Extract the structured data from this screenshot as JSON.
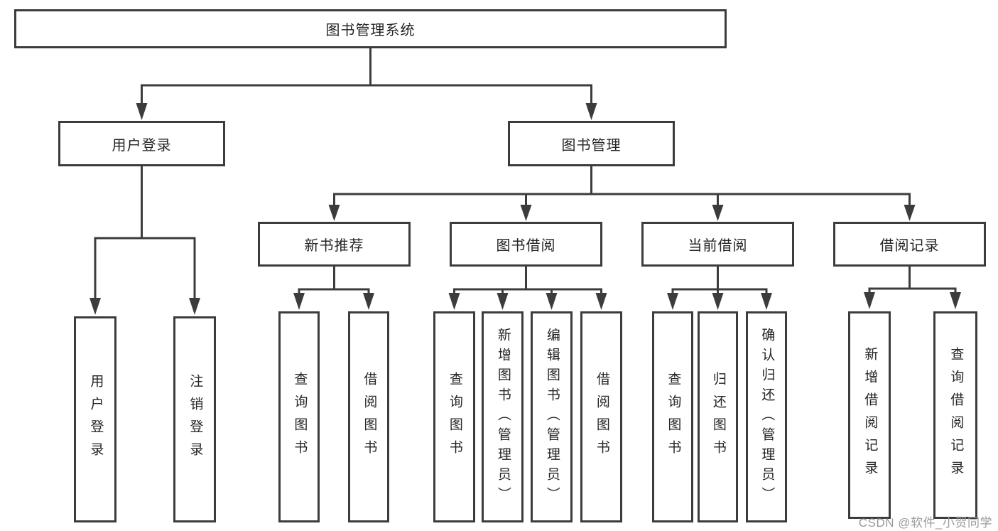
{
  "diagram": {
    "root": {
      "label": "图书管理系统"
    },
    "user_login": {
      "label": "用户登录",
      "children": {
        "login": {
          "label": "用户登录"
        },
        "logout": {
          "label": "注销登录"
        }
      }
    },
    "book_management": {
      "label": "图书管理",
      "modules": {
        "new_book_recommend": {
          "label": "新书推荐",
          "children": {
            "query_books": {
              "label": "查询图书"
            },
            "borrow_books": {
              "label": "借阅图书"
            }
          }
        },
        "book_borrowing": {
          "label": "图书借阅",
          "children": {
            "query_books": {
              "label": "查询图书"
            },
            "add_books_admin": {
              "label": "新增图书（管理员）"
            },
            "edit_books_admin": {
              "label": "编辑图书（管理员）"
            },
            "borrow_books": {
              "label": "借阅图书"
            }
          }
        },
        "current_borrowing": {
          "label": "当前借阅",
          "children": {
            "query_books": {
              "label": "查询图书"
            },
            "return_books": {
              "label": "归还图书"
            },
            "confirm_return_admin": {
              "label": "确认归还（管理员）"
            }
          }
        },
        "borrowing_records": {
          "label": "借阅记录",
          "children": {
            "add_borrow_record": {
              "label": "新增借阅记录"
            },
            "query_borrow_record": {
              "label": "查询借阅记录"
            }
          }
        }
      }
    }
  },
  "watermark": {
    "text": "CSDN @软件_小贺同学",
    "color": "#9a9a9a"
  },
  "colors": {
    "background": "#ffffff",
    "line": "#3c3c3c",
    "text": "#242424"
  }
}
